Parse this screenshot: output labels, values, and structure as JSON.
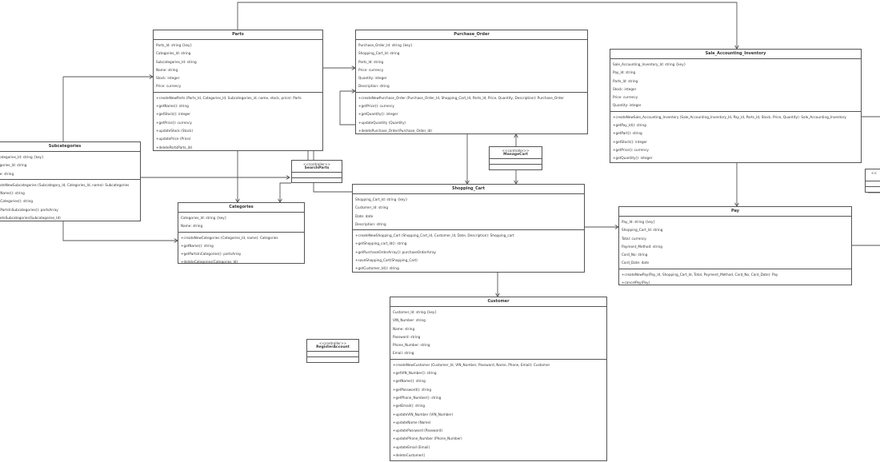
{
  "classes": {
    "parts": {
      "title": "Parts",
      "attributes": [
        "Parts_Id: string {key}",
        "Categories_Id: string",
        "Subcategories_Id: string",
        "Name: string",
        "Stock: integer",
        "Price: currency"
      ],
      "operations": [
        "+createNewParts (Parts_Id, Categories_Id, Subcategories_id, name, stock, price): Parts",
        "+getName(): string",
        "+getStock(): integer",
        "+getPrice(): currency",
        "+updateStock (Stock)",
        "+updatePrice (Price)",
        "+deletePartsParts_Id)"
      ]
    },
    "purchase_order": {
      "title": "Purchase_Order",
      "attributes": [
        "Purchase_Order_Id: string {key}",
        "Shopping_Cart_Id: string",
        "Parts_Id: string",
        "Price: currency",
        "Quantity: integer",
        "Description: string"
      ],
      "operations": [
        "+createNewPurchase_Order (Purchase_Order_Id, Shopping_Cart_Id, Parts_Id, Price, Quantity, Description): Purchase_Order",
        "+getPrice(): currency",
        "+getQuantity(): integer",
        "+updateQuantity (Quantity)",
        "+deletePurchase_Order(Purchase_Order_Id)"
      ]
    },
    "sale_accounting": {
      "title": "Sale_Accounting_Inventory",
      "attributes": [
        "Sale_Accounting_Inventory_Id: string {key}",
        "Pay_Id: string",
        "Parts_Id: string",
        "Stock: integer",
        "Price: currency",
        "Quantity: integer"
      ],
      "operations": [
        "+createNewSale_Accounting_Inventory (Sale_Accounting_Inventory_Id, Pay_Id, Parts_Id, Stock, Price, Quantity): Sale_Accounting_Inventory",
        "+getPay_Id(): string",
        "+getPart(): string",
        "+getStock(): integer",
        "+getPrice(): currency",
        "+getQuantity(): integer"
      ]
    },
    "subcategories": {
      "title": "Subcategories",
      "attributes": [
        "Subcategories_Id: string {key}",
        "Categories_Id: string",
        "Name: string"
      ],
      "operations": [
        "+createNewSubcategories (Subcategory_Id, Categories_Id, name): Subcategories",
        "+getName(): string",
        "+getCategories(): string",
        "+getPartsInSubcategories(): partsArray",
        "+deleteSubcategories(Subcategories_Id)"
      ]
    },
    "categories": {
      "title": "Categories",
      "attributes": [
        "Categories_Id: string {key}",
        "Name: string"
      ],
      "operations": [
        "+createNewCategories (Categories_Id, name): Categories",
        "+getName(): string",
        "+getPartsInCategories(): partsArray",
        "+deleteCategories(Categories_Id)"
      ]
    },
    "shopping_cart": {
      "title": "Shopping_Cart",
      "attributes": [
        "Shopping_Cart_Id: string {key}",
        "Customer_Id: string",
        "Date: date",
        "Description: string"
      ],
      "operations": [
        "+createNewShopping_Cart (Shopping_Cart_Id, Customer_Id, Date, Description): Shopping_cart",
        "+getShopping_cart_Id(): string",
        "+getPurchaseOrderArray(): purchaseOrderArray",
        "+saveShopping_Cart(Shopping_Cart)",
        "+getCustomer_Id(): string"
      ]
    },
    "pay": {
      "title": "Pay",
      "attributes": [
        "Pay_Id: string {key}",
        "Shopping_Cart_Id: string",
        "Total: currency",
        "Payment_Method: string",
        "Card_No: string",
        "Card_Date: date"
      ],
      "operations": [
        "+createNewPay(Pay_Id, Shopping_Cart_Id, Total, Payment_Method, Card_No, Card_Date): Pay",
        "+cancelPay(Pay)"
      ]
    },
    "customer": {
      "title": "Customer",
      "attributes": [
        "Customer_Id: string {key}",
        "VIN_Number: string",
        "Name: string",
        "Password: string",
        "Phone_Number: string",
        "Email: string"
      ],
      "operations": [
        "+createNewCustomer (Customer_Id, VIN_Number, Password, Name, Phone, Email): Customer",
        "+getVIN_Number(): string",
        "+getName(): string",
        "+getPassword(): string",
        "+getPhone_Number(): string",
        "+getEmail(): string",
        "+updateVIN_Number (VIN_Number)",
        "+updateName (Name)",
        "+updatePassword (Password)",
        "+updatePhone_Number (Phone_Number)",
        "+updateEmail (Email)",
        "+deleteCustomer()"
      ]
    }
  },
  "interfaces": {
    "search_parts": {
      "stereotype": "<<controller>>",
      "name": "SearchParts"
    },
    "manage_cart": {
      "stereotype": "<<controller>>",
      "name": "ManageCart"
    },
    "register_account": {
      "stereotype": "<<controller>>",
      "name": "RegisterAccount"
    },
    "offscreen": {
      "stereotype": "<<"
    }
  },
  "colors": {
    "line": "#555555",
    "background": "#ffffff",
    "text": "#333333"
  }
}
